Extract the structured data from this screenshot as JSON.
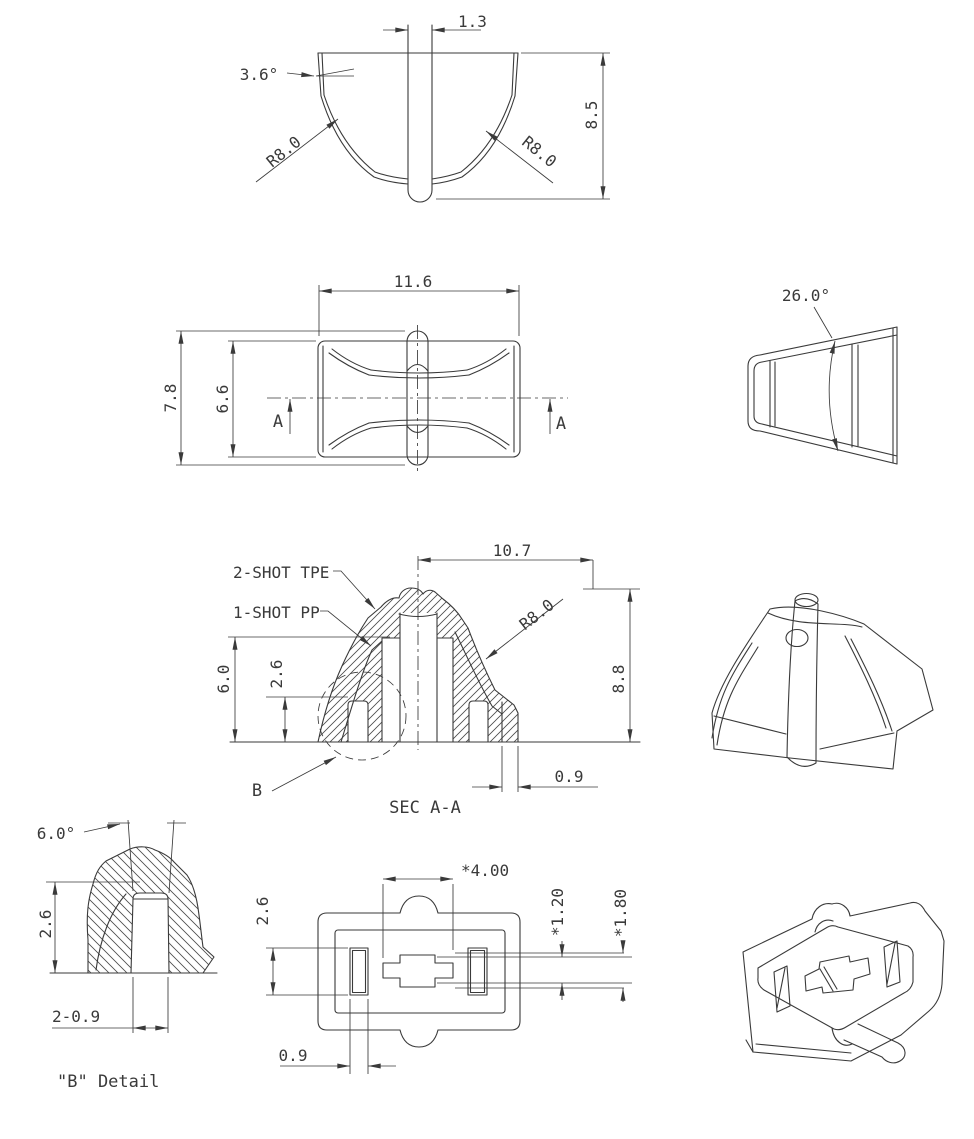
{
  "drawing": {
    "background": "#ffffff",
    "line_color": "#3a3a3a",
    "views": {
      "top": {
        "dims": {
          "tip_width": "1.3",
          "draft_angle": "3.6°",
          "radius_left": "R8.0",
          "radius_right": "R8.0",
          "height": "8.5"
        }
      },
      "plan": {
        "dims": {
          "width": "11.6",
          "outer_height": "7.8",
          "inner_height": "6.6"
        },
        "section_label": "A"
      },
      "side": {
        "dims": {
          "taper_angle": "26.0°"
        }
      },
      "section": {
        "title": "SEC A-A",
        "callouts": {
          "tpe": "2-SHOT TPE",
          "pp": "1-SHOT PP"
        },
        "dims": {
          "width": "10.7",
          "radius": "R8.0",
          "height": "8.8",
          "core_height": "6.0",
          "slot_height": "2.6",
          "wall": "0.9"
        },
        "detail_ref": "B"
      },
      "detail_b": {
        "title": "\"B\" Detail",
        "dims": {
          "draft_angle": "6.0°",
          "height": "2.6",
          "slot": "2-0.9"
        }
      },
      "bottom": {
        "dims": {
          "boss_width": "*4.00",
          "slot_height": "2.6",
          "inner_a": "*1.20",
          "inner_b": "*1.80",
          "slot_width": "0.9"
        }
      }
    }
  }
}
